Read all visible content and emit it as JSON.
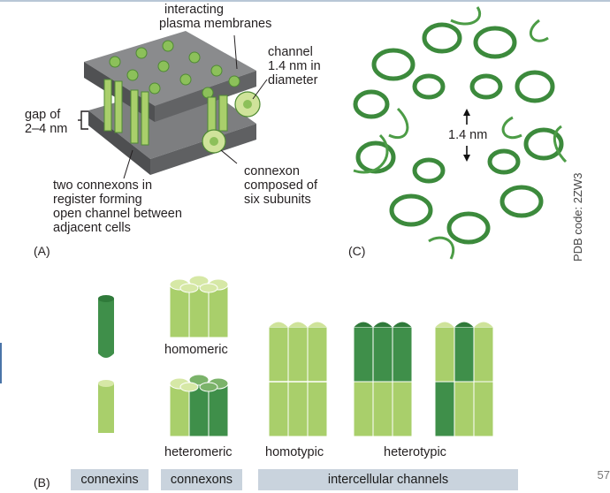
{
  "panel_a": {
    "letter": "(A)",
    "label_interacting_1": "interacting",
    "label_interacting_2": "plasma membranes",
    "label_channel_1": "channel",
    "label_channel_2": "1.4 nm in",
    "label_channel_3": "diameter",
    "label_gap_1": "gap of",
    "label_gap_2": "2–4 nm",
    "label_connexon_1": "connexon",
    "label_connexon_2": "composed of",
    "label_connexon_3": "six subunits",
    "label_two_1": "two connexons in",
    "label_two_2": "register forming",
    "label_two_3": "open channel between",
    "label_two_4": "adjacent cells"
  },
  "panel_c": {
    "letter": "(C)",
    "measure": "1.4 nm",
    "pdb": "PDB code: 2ZW3"
  },
  "panel_b": {
    "letter": "(B)",
    "homomeric": "homomeric",
    "heteromeric": "heteromeric",
    "homotypic": "homotypic",
    "heterotypic": "heterotypic",
    "bar_connexins": "connexins",
    "bar_connexons": "connexons",
    "bar_channels": "intercellular channels"
  },
  "page_number": "57",
  "colors": {
    "dark_green": "#3f8f4a",
    "light_green": "#a9cf6b",
    "pale_green": "#d6e8a6",
    "membrane_gray": "#6d6e70",
    "bar_gray": "#c9d3dd",
    "ribbon_green": "#3c8a3c"
  }
}
